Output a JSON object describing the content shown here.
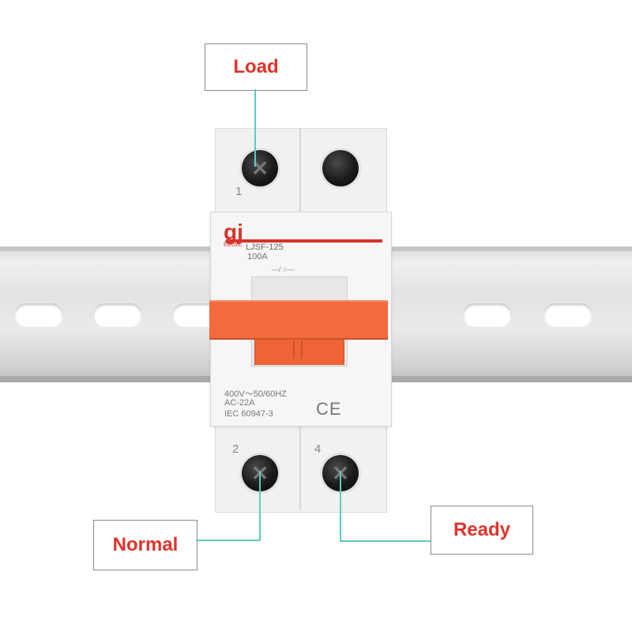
{
  "product": {
    "brand_mark": "gj",
    "brand_name": "Electric",
    "model": "LJSF-125",
    "rating": "100A",
    "spec_voltage": "400V～50/60HZ",
    "spec_category": "AC-22A",
    "spec_standard": "IEC  60947-3",
    "certification": "CE",
    "terminal_labels": [
      "1",
      "2",
      "4"
    ],
    "handle_color": "#f26a3d",
    "accent_color": "#d6342b"
  },
  "callouts": {
    "load": "Load",
    "normal": "Normal",
    "ready": "Ready",
    "text_color": "#e0322a",
    "leader_color": "#5fc9c4"
  }
}
